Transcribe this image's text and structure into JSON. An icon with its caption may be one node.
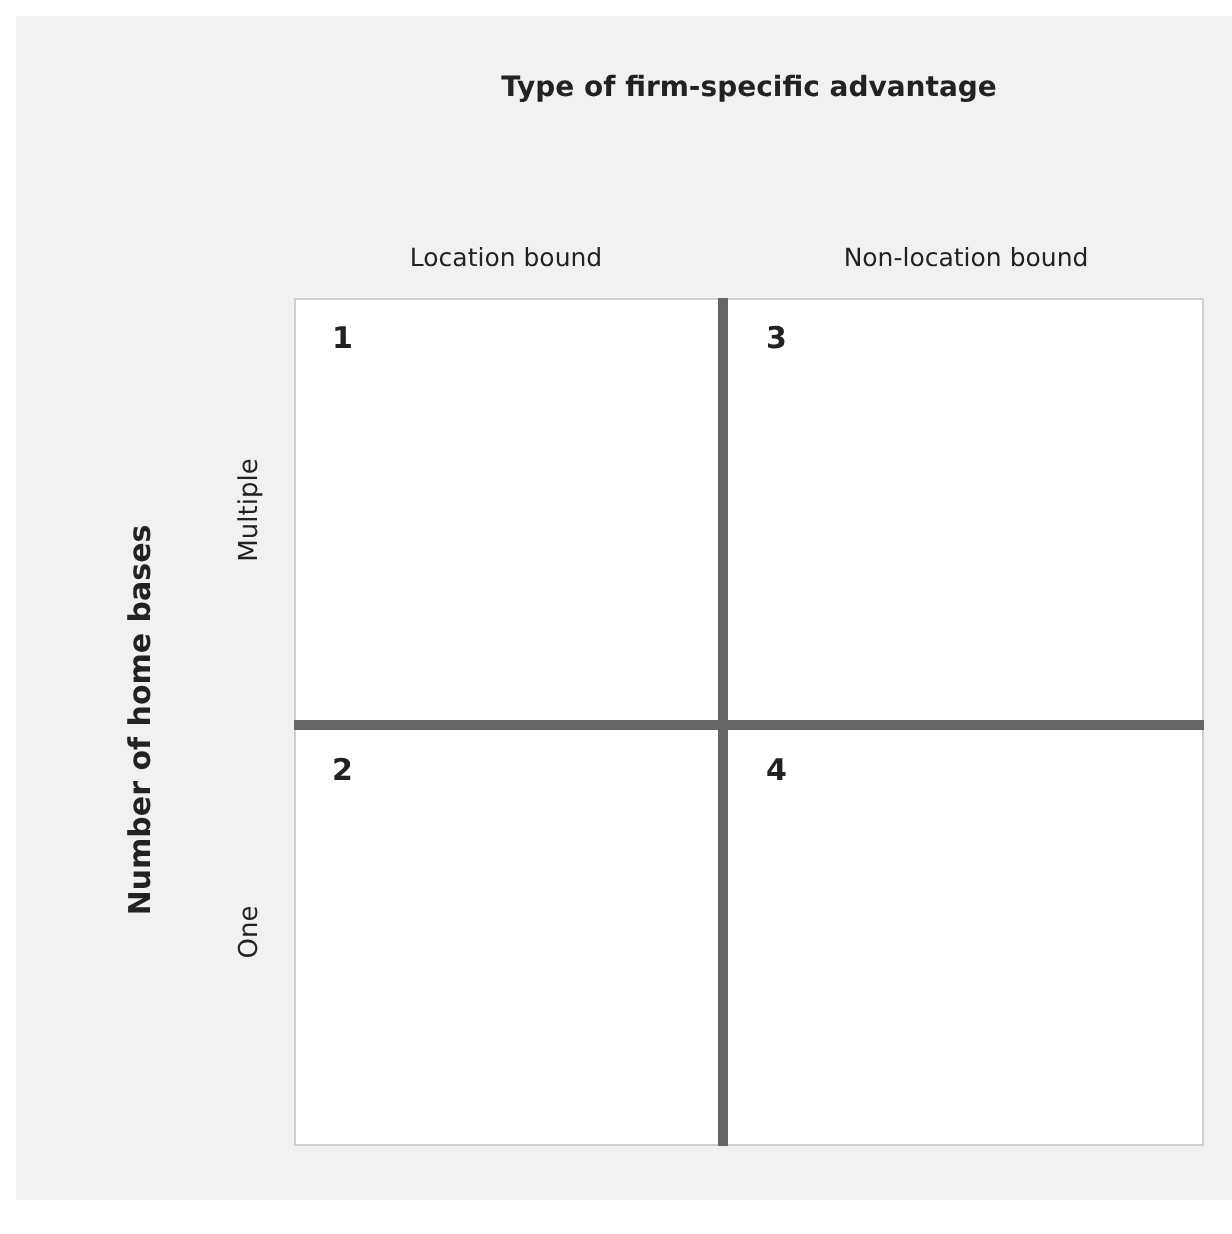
{
  "diagram": {
    "title": "Type of firm-specific advantage",
    "nodes": [
      {
        "text": [
          "1"
        ]
      },
      {
        "text": [
          "3"
        ]
      },
      {
        "text": [
          "2"
        ]
      },
      {
        "text": [
          "4"
        ]
      }
    ],
    "labels": [
      "Location bound",
      "Non-location bound",
      "Number of home bases",
      "Multiple",
      "One"
    ]
  }
}
